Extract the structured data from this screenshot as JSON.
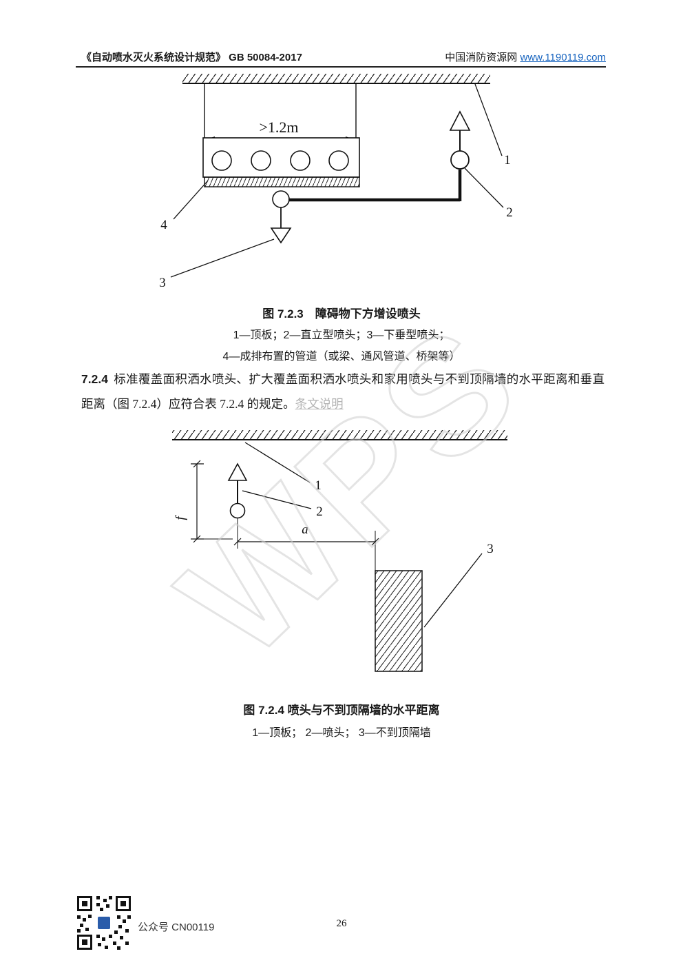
{
  "header": {
    "title": "《自动喷水灭火系统设计规范》 GB 50084-2017",
    "site_name": "中国消防资源网",
    "site_url": "www.1190119.com"
  },
  "figure_723": {
    "dim_label": ">1.2m",
    "label_1": "1",
    "label_2": "2",
    "label_3": "3",
    "label_4": "4",
    "caption": "图 7.2.3　障碍物下方增设喷头",
    "legend_line1": "1—顶板；2—直立型喷头；3—下垂型喷头；",
    "legend_line2": "4—成排布置的管道（或梁、通风管道、桥架等）"
  },
  "clause_724": {
    "number": "7.2.4",
    "body": "标准覆盖面积洒水喷头、扩大覆盖面积洒水喷头和家用喷头与不到顶隔墙的水平距离和垂直距离（图 7.2.4）应符合表 7.2.4 的规定。",
    "link": "条文说明"
  },
  "figure_724": {
    "dim_f": "f",
    "dim_a": "a",
    "label_1": "1",
    "label_2": "2",
    "label_3": "3",
    "caption": "图 7.2.4 喷头与不到顶隔墙的水平距离",
    "legend": "1—顶板； 2—喷头； 3—不到顶隔墙"
  },
  "watermark": "WPS",
  "footer": {
    "account_label": "公众号 CN00119",
    "page_number": "26"
  },
  "colors": {
    "link_blue": "#1a66c0",
    "muted_link": "#b3b3b3",
    "ink": "#1a1a1a"
  }
}
